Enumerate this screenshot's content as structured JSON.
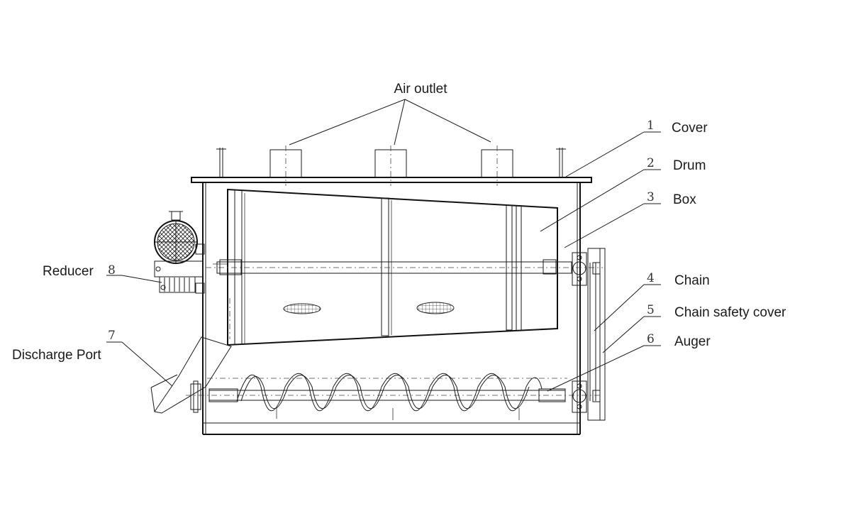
{
  "top_label": "Air outlet",
  "parts": [
    {
      "num": "1",
      "name": "Cover"
    },
    {
      "num": "2",
      "name": "Drum"
    },
    {
      "num": "3",
      "name": "Box"
    },
    {
      "num": "4",
      "name": "Chain"
    },
    {
      "num": "5",
      "name": "Chain safety cover"
    },
    {
      "num": "6",
      "name": "Auger"
    },
    {
      "num": "7",
      "name": "Discharge Port"
    },
    {
      "num": "8",
      "name": "Reducer"
    }
  ]
}
